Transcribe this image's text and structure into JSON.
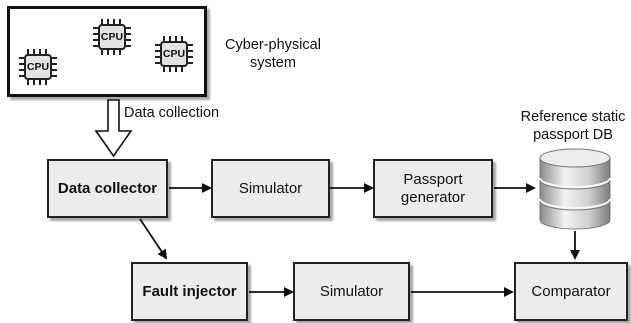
{
  "system": {
    "cpu_label": "CPU",
    "caption_line1": "Cyber-physical",
    "caption_line2": "system"
  },
  "data_collection_label": "Data collection",
  "database": {
    "label_line1": "Reference static",
    "label_line2": "passport DB"
  },
  "nodes": {
    "data_collector": "Data collector",
    "simulator_top": "Simulator",
    "passport_generator_line1": "Passport",
    "passport_generator_line2": "generator",
    "fault_injector": "Fault injector",
    "simulator_bottom": "Simulator",
    "comparator": "Comparator"
  }
}
